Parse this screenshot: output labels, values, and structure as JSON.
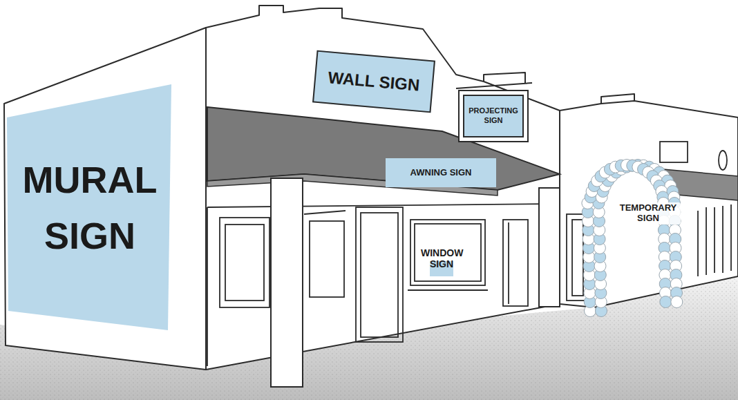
{
  "diagram": {
    "nodes": [
      {
        "text": [
          "MURAL SIGN"
        ]
      },
      {
        "text": [
          "WALL SIGN"
        ]
      },
      {
        "text": [
          "PROJECTING SIGN"
        ]
      },
      {
        "text": [
          "AWNING SIGN"
        ]
      },
      {
        "text": [
          "WINDOW SIGN"
        ]
      },
      {
        "text": [
          "TEMPORARY SIGN"
        ]
      }
    ]
  }
}
